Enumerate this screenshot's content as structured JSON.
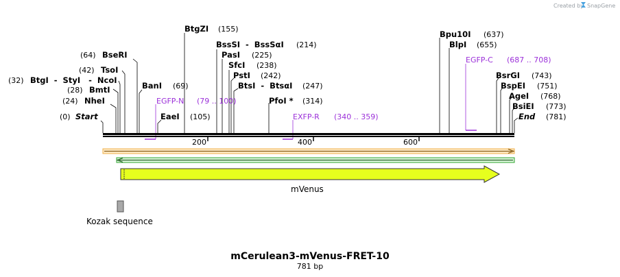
{
  "credit": {
    "prefix": "Created by",
    "brand": "SnapGene",
    "logo_icon": "snapgene-logo-icon"
  },
  "title": "mCerulean3-mVenus-FRET-10",
  "subtitle": "781 bp",
  "sequence_length": 781,
  "ruler": {
    "ticks": [
      {
        "pos": 200,
        "label": "200"
      },
      {
        "pos": 400,
        "label": "400"
      },
      {
        "pos": 600,
        "label": "600"
      }
    ]
  },
  "enzymes_left": [
    {
      "name": "Start",
      "pos_text": "(0)",
      "italic": true
    },
    {
      "name": "NheI",
      "pos_text": "(24)"
    },
    {
      "name": "BmtI",
      "pos_text": "(28)"
    },
    {
      "name": "BtgI  -  StyI   -  NcoI",
      "pos_text": "(32)"
    },
    {
      "name": "TsoI",
      "pos_text": "(42)"
    },
    {
      "name": "BseRI",
      "pos_text": "(64)"
    }
  ],
  "enzymes_right": [
    {
      "name": "BanI",
      "pos_text": "(69)"
    },
    {
      "name": "EaeI",
      "pos_text": "(105)"
    },
    {
      "name": "BtgZI",
      "pos_text": "(155)"
    },
    {
      "name": "BssSI  -  BssSαI",
      "pos_text": "(214)"
    },
    {
      "name": "PasI",
      "pos_text": "(225)"
    },
    {
      "name": "SfcI",
      "pos_text": "(238)"
    },
    {
      "name": "PstI",
      "pos_text": "(242)"
    },
    {
      "name": "BtsI  -  BtsαI",
      "pos_text": "(247)"
    },
    {
      "name": "PfoI *",
      "pos_text": "(314)"
    },
    {
      "name": "Bpu10I",
      "pos_text": "(637)"
    },
    {
      "name": "BlpI",
      "pos_text": "(655)"
    },
    {
      "name": "BsrGI",
      "pos_text": "(743)"
    },
    {
      "name": "BspEI",
      "pos_text": "(751)"
    },
    {
      "name": "AgeI",
      "pos_text": "(768)"
    },
    {
      "name": "BsiEI",
      "pos_text": "(773)"
    },
    {
      "name": "End",
      "pos_text": "(781)",
      "italic": true
    }
  ],
  "primers": [
    {
      "name": "EGFP-N",
      "range_text": "(79 .. 100)",
      "start": 79,
      "end": 100
    },
    {
      "name": "EXFP-R",
      "range_text": "(340 .. 359)",
      "start": 340,
      "end": 359
    },
    {
      "name": "EGFP-C",
      "range_text": "(687 .. 708)",
      "start": 687,
      "end": 708
    }
  ],
  "features": [
    {
      "name": "mVenus",
      "start": 35,
      "end": 751,
      "color": "#e6ff1e",
      "direction": "forward"
    },
    {
      "name": "Kozak sequence",
      "start": 27,
      "end": 37,
      "color": "#a9a9a9"
    }
  ],
  "colors": {
    "orf_forward": "#f2b04a",
    "orf_reverse": "#2fa52f",
    "primer": "#9b30d9",
    "feature_fill": "#e6ff1e"
  }
}
